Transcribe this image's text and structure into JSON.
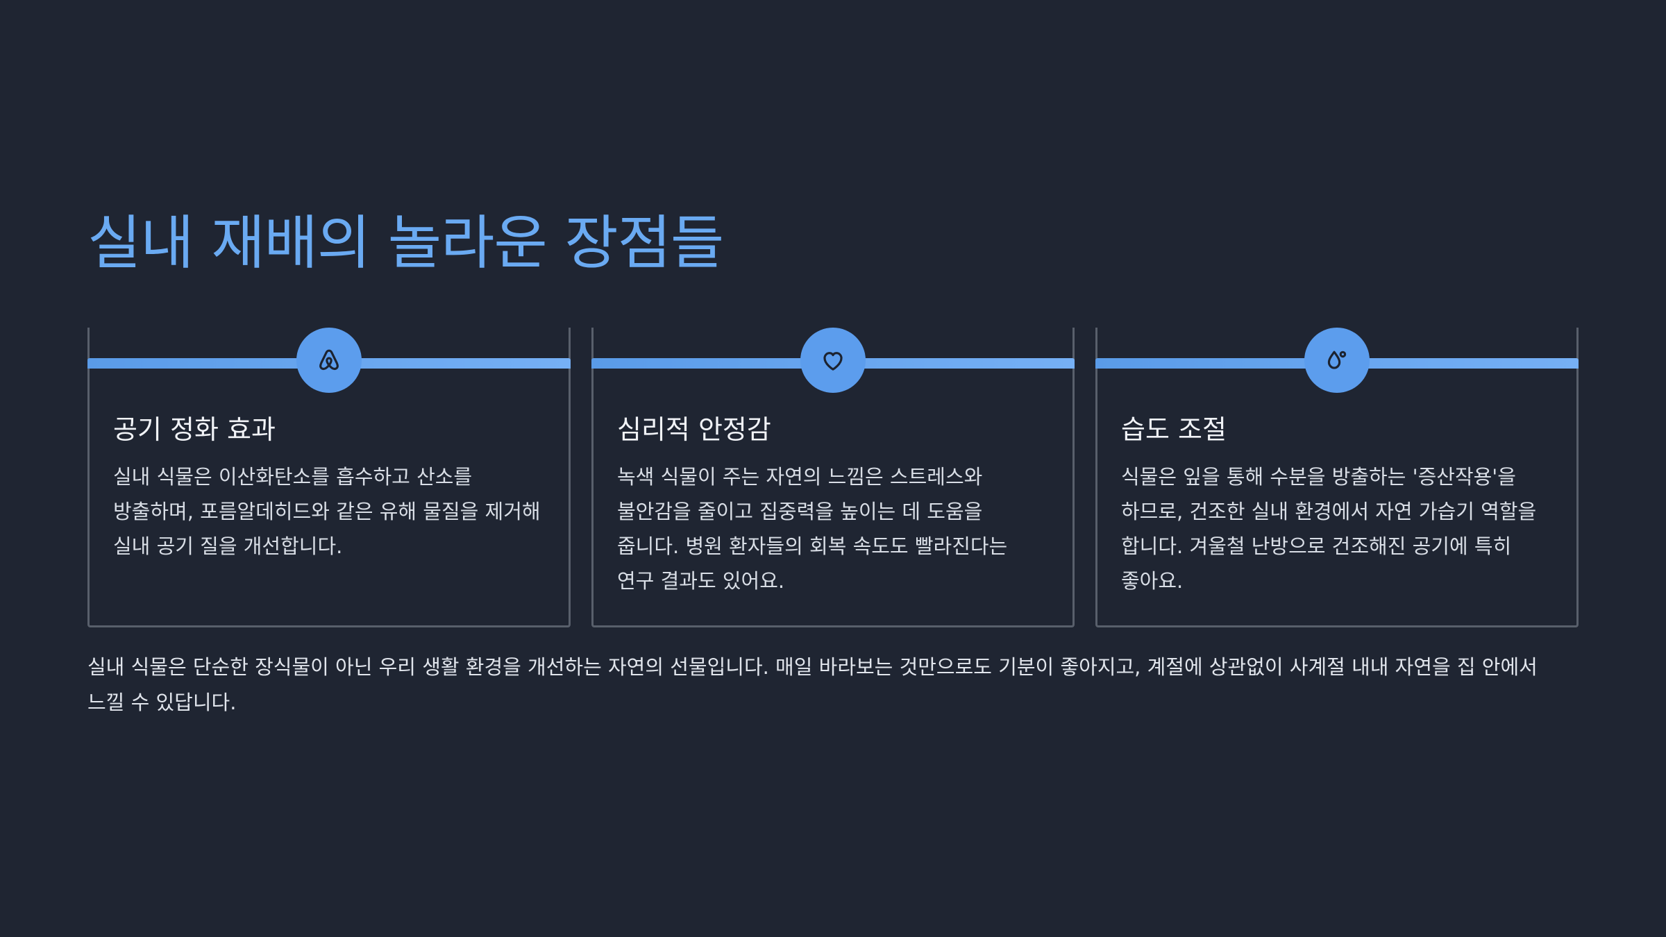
{
  "slide": {
    "title": "실내 재배의 놀라운 장점들",
    "accent_color": "#6aaaf2",
    "background_color": "#1f2532"
  },
  "cards": [
    {
      "icon": "airbnb-style-icon",
      "title": "공기 정화 효과",
      "text": "실내 식물은 이산화탄소를 흡수하고 산소를 방출하며, 포름알데히드와 같은 유해 물질을 제거해 실내 공기 질을 개선합니다."
    },
    {
      "icon": "heart-icon",
      "title": "심리적 안정감",
      "text": "녹색 식물이 주는 자연의 느낌은 스트레스와 불안감을 줄이고 집중력을 높이는 데 도움을 줍니다. 병원 환자들의 회복 속도도 빨라진다는 연구 결과도 있어요."
    },
    {
      "icon": "droplets-icon",
      "title": "습도 조절",
      "text": "식물은 잎을 통해 수분을 방출하는 '증산작용'을 하므로, 건조한 실내 환경에서 자연 가습기 역할을 합니다. 겨울철 난방으로 건조해진 공기에 특히 좋아요."
    }
  ],
  "footer": {
    "text": "실내 식물은 단순한 장식물이 아닌 우리 생활 환경을 개선하는 자연의 선물입니다. 매일 바라보는 것만으로도 기분이 좋아지고, 계절에 상관없이 사계절 내내 자연을 집 안에서 느낄 수 있답니다."
  }
}
